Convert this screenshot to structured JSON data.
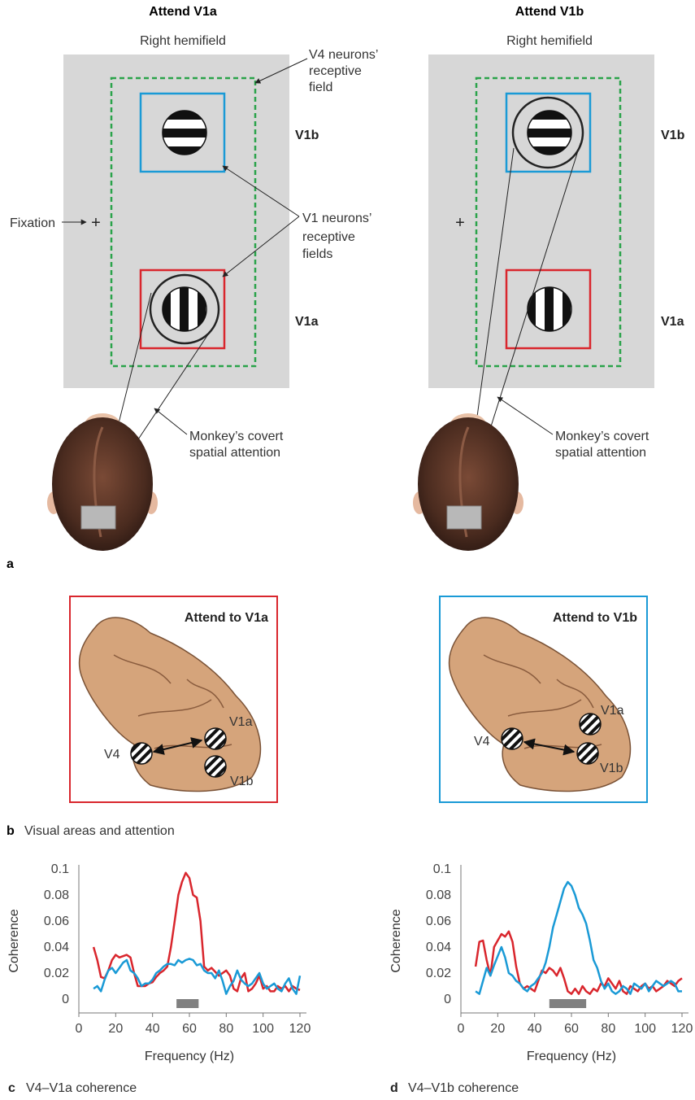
{
  "panel_a": {
    "letter": "a",
    "left": {
      "title": "Attend V1a",
      "hemifield": "Right hemifield",
      "v4_rf_label": [
        "V4 neurons’",
        "receptive",
        "field"
      ],
      "v1_rf_label": [
        "V1 neurons’",
        "receptive",
        "fields"
      ],
      "fixation": "Fixation",
      "stim_top": "V1b",
      "stim_bottom": "V1a",
      "attention": [
        "Monkey’s covert",
        "spatial attention"
      ]
    },
    "right": {
      "title": "Attend V1b",
      "hemifield": "Right hemifield",
      "stim_top": "V1b",
      "stim_bottom": "V1a",
      "attention": [
        "Monkey’s covert",
        "spatial attention"
      ]
    }
  },
  "panel_b": {
    "letter": "b",
    "caption": "Visual areas and attention",
    "left": {
      "title": "Attend to V1a",
      "v4": "V4",
      "v1a": "V1a",
      "v1b": "V1b",
      "frame_color": "#d9262d"
    },
    "right": {
      "title": "Attend to V1b",
      "v4": "V4",
      "v1a": "V1a",
      "v1b": "V1b",
      "frame_color": "#1a9ad6"
    }
  },
  "colors": {
    "attend_v1a": "#d9262d",
    "attend_v1b": "#1a9ad6",
    "hemifield_bg": "#d7d7d7",
    "v4_rf": "#2aa34a"
  },
  "chart_data": [
    {
      "type": "line",
      "panel_letter": "c",
      "caption": "V4–V1a coherence",
      "xlabel": "Frequency (Hz)",
      "ylabel": "Coherence",
      "xlim": [
        0,
        120
      ],
      "ylim": [
        0,
        0.1
      ],
      "xticks": [
        "0",
        "20",
        "40",
        "60",
        "80",
        "100",
        "120"
      ],
      "yticks": [
        "0",
        "0.02",
        "0.04",
        "0.06",
        "0.08",
        "0.1"
      ],
      "band": [
        53,
        65
      ],
      "series": [
        {
          "color": "#d9262d",
          "x": [
            8,
            10,
            12,
            14,
            16,
            18,
            20,
            22,
            24,
            26,
            28,
            30,
            32,
            34,
            36,
            38,
            40,
            42,
            44,
            46,
            48,
            50,
            52,
            54,
            56,
            58,
            60,
            62,
            64,
            66,
            68,
            70,
            72,
            74,
            76,
            78,
            80,
            82,
            84,
            86,
            88,
            90,
            92,
            94,
            96,
            98,
            100,
            102,
            104,
            106,
            108,
            110,
            112,
            114,
            116,
            118,
            120
          ],
          "values": [
            0.04,
            0.03,
            0.017,
            0.016,
            0.022,
            0.03,
            0.034,
            0.032,
            0.033,
            0.034,
            0.032,
            0.02,
            0.01,
            0.01,
            0.01,
            0.012,
            0.013,
            0.017,
            0.02,
            0.022,
            0.025,
            0.04,
            0.06,
            0.08,
            0.09,
            0.097,
            0.093,
            0.08,
            0.078,
            0.06,
            0.025,
            0.022,
            0.024,
            0.021,
            0.018,
            0.02,
            0.022,
            0.018,
            0.008,
            0.006,
            0.016,
            0.02,
            0.006,
            0.008,
            0.012,
            0.018,
            0.008,
            0.01,
            0.006,
            0.006,
            0.01,
            0.008,
            0.01,
            0.006,
            0.01,
            0.008,
            0.007
          ]
        },
        {
          "color": "#1a9ad6",
          "x": [
            8,
            10,
            12,
            14,
            16,
            18,
            20,
            22,
            24,
            26,
            28,
            30,
            32,
            34,
            36,
            38,
            40,
            42,
            44,
            46,
            48,
            50,
            52,
            54,
            56,
            58,
            60,
            62,
            64,
            66,
            68,
            70,
            72,
            74,
            76,
            78,
            80,
            82,
            84,
            86,
            88,
            90,
            92,
            94,
            96,
            98,
            100,
            102,
            104,
            106,
            108,
            110,
            112,
            114,
            116,
            118,
            120
          ],
          "values": [
            0.008,
            0.01,
            0.006,
            0.015,
            0.022,
            0.024,
            0.02,
            0.024,
            0.028,
            0.03,
            0.022,
            0.02,
            0.016,
            0.01,
            0.012,
            0.012,
            0.015,
            0.02,
            0.022,
            0.025,
            0.027,
            0.027,
            0.026,
            0.03,
            0.028,
            0.03,
            0.031,
            0.03,
            0.026,
            0.027,
            0.022,
            0.02,
            0.02,
            0.016,
            0.022,
            0.014,
            0.004,
            0.01,
            0.014,
            0.022,
            0.015,
            0.012,
            0.01,
            0.012,
            0.016,
            0.02,
            0.012,
            0.008,
            0.01,
            0.012,
            0.008,
            0.006,
            0.012,
            0.016,
            0.008,
            0.004,
            0.018
          ]
        }
      ]
    },
    {
      "type": "line",
      "panel_letter": "d",
      "caption": "V4–V1b coherence",
      "xlabel": "Frequency (Hz)",
      "ylabel": "Coherence",
      "xlim": [
        0,
        120
      ],
      "ylim": [
        0,
        0.1
      ],
      "xticks": [
        "0",
        "20",
        "40",
        "60",
        "80",
        "100",
        "120"
      ],
      "yticks": [
        "0",
        "0.02",
        "0.04",
        "0.06",
        "0.08",
        "0.1"
      ],
      "band": [
        48,
        68
      ],
      "series": [
        {
          "color": "#d9262d",
          "x": [
            8,
            10,
            12,
            14,
            16,
            18,
            20,
            22,
            24,
            26,
            28,
            30,
            32,
            34,
            36,
            38,
            40,
            42,
            44,
            46,
            48,
            50,
            52,
            54,
            56,
            58,
            60,
            62,
            64,
            66,
            68,
            70,
            72,
            74,
            76,
            78,
            80,
            82,
            84,
            86,
            88,
            90,
            92,
            94,
            96,
            98,
            100,
            102,
            104,
            106,
            108,
            110,
            112,
            114,
            116,
            118,
            120
          ],
          "values": [
            0.025,
            0.044,
            0.045,
            0.03,
            0.018,
            0.04,
            0.045,
            0.05,
            0.048,
            0.052,
            0.044,
            0.025,
            0.012,
            0.008,
            0.01,
            0.008,
            0.006,
            0.014,
            0.022,
            0.02,
            0.024,
            0.022,
            0.018,
            0.024,
            0.016,
            0.006,
            0.004,
            0.008,
            0.004,
            0.01,
            0.006,
            0.004,
            0.008,
            0.006,
            0.012,
            0.01,
            0.016,
            0.012,
            0.008,
            0.014,
            0.006,
            0.004,
            0.01,
            0.008,
            0.006,
            0.01,
            0.012,
            0.008,
            0.01,
            0.006,
            0.008,
            0.01,
            0.014,
            0.012,
            0.01,
            0.014,
            0.016
          ]
        },
        {
          "color": "#1a9ad6",
          "x": [
            8,
            10,
            12,
            14,
            16,
            18,
            20,
            22,
            24,
            26,
            28,
            30,
            32,
            34,
            36,
            38,
            40,
            42,
            44,
            46,
            48,
            50,
            52,
            54,
            56,
            58,
            60,
            62,
            64,
            66,
            68,
            70,
            72,
            74,
            76,
            78,
            80,
            82,
            84,
            86,
            88,
            90,
            92,
            94,
            96,
            98,
            100,
            102,
            104,
            106,
            108,
            110,
            112,
            114,
            116,
            118,
            120
          ],
          "values": [
            0.006,
            0.004,
            0.014,
            0.024,
            0.018,
            0.026,
            0.033,
            0.04,
            0.032,
            0.02,
            0.018,
            0.014,
            0.012,
            0.008,
            0.006,
            0.01,
            0.012,
            0.016,
            0.02,
            0.028,
            0.04,
            0.055,
            0.065,
            0.075,
            0.085,
            0.09,
            0.087,
            0.08,
            0.07,
            0.065,
            0.058,
            0.045,
            0.03,
            0.024,
            0.014,
            0.008,
            0.012,
            0.006,
            0.004,
            0.006,
            0.01,
            0.008,
            0.004,
            0.012,
            0.01,
            0.008,
            0.012,
            0.006,
            0.01,
            0.014,
            0.012,
            0.01,
            0.012,
            0.014,
            0.012,
            0.006,
            0.006
          ]
        }
      ]
    }
  ]
}
